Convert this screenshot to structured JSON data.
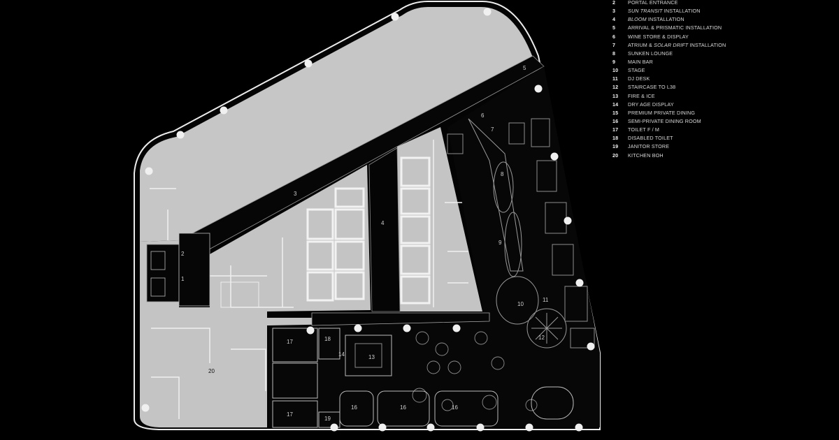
{
  "legend": {
    "items": [
      {
        "num": "2",
        "pre": "PORTAL ENTRANCE",
        "em": "",
        "post": ""
      },
      {
        "num": "3",
        "pre": "",
        "em": "SUN TRANSIT",
        "post": " INSTALLATION"
      },
      {
        "num": "4",
        "pre": "",
        "em": "BLOOM",
        "post": " INSTALLATION"
      },
      {
        "num": "5",
        "pre": "ARRIVAL & PRISMATIC INSTALLATION",
        "em": "",
        "post": ""
      },
      {
        "num": "6",
        "pre": "WINE STORE & DISPLAY",
        "em": "",
        "post": ""
      },
      {
        "num": "7",
        "pre": "ATRIUM & ",
        "em": "SOLAR DRIFT",
        "post": " INSTALLATION"
      },
      {
        "num": "8",
        "pre": "SUNKEN LOUNGE",
        "em": "",
        "post": ""
      },
      {
        "num": "9",
        "pre": "MAIN BAR",
        "em": "",
        "post": ""
      },
      {
        "num": "10",
        "pre": "STAGE",
        "em": "",
        "post": ""
      },
      {
        "num": "11",
        "pre": "DJ DESK",
        "em": "",
        "post": ""
      },
      {
        "num": "12",
        "pre": "STAIRCASE TO L38",
        "em": "",
        "post": ""
      },
      {
        "num": "13",
        "pre": "FIRE & ICE",
        "em": "",
        "post": ""
      },
      {
        "num": "14",
        "pre": "DRY AGE DISPLAY",
        "em": "",
        "post": ""
      },
      {
        "num": "15",
        "pre": "PREMIUM PRIVATE DINING",
        "em": "",
        "post": ""
      },
      {
        "num": "16",
        "pre": "SEMI-PRIVATE DINING ROOM",
        "em": "",
        "post": ""
      },
      {
        "num": "17",
        "pre": "TOILET F / M",
        "em": "",
        "post": ""
      },
      {
        "num": "18",
        "pre": "DISABLED TOILET",
        "em": "",
        "post": ""
      },
      {
        "num": "19",
        "pre": "JANITOR STORE",
        "em": "",
        "post": ""
      },
      {
        "num": "20",
        "pre": "KITCHEN BOH",
        "em": "",
        "post": ""
      }
    ]
  },
  "plan": {
    "labels": {
      "l1": "1",
      "l2": "2",
      "l3": "3",
      "l4": "4",
      "l5": "5",
      "l6": "6",
      "l7": "7",
      "l8": "8",
      "l9": "9",
      "l10": "10",
      "l11": "11",
      "l12": "12",
      "l13": "13",
      "l14": "14",
      "l16a": "16",
      "l16b": "16",
      "l16c": "16",
      "l17a": "17",
      "l17b": "17",
      "l18": "18",
      "l19": "19",
      "l20": "20"
    }
  },
  "colors": {
    "background": "#000000",
    "plan_light": "#c9c9c9",
    "plan_dark": "#080808",
    "line": "#e6e6e6"
  }
}
